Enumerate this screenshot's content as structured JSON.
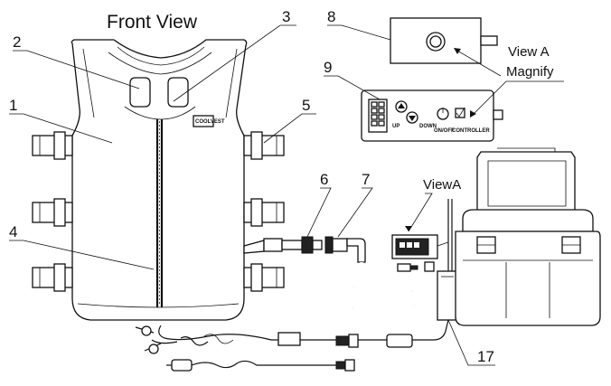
{
  "title": "Front View",
  "view_a_label": "View A",
  "magnify_label": "Magnify",
  "view_a_small": "ViewA",
  "brand_small": "COOLVEST",
  "controller_label": "CONTROLLER",
  "button_up": "UP",
  "button_down": "DOWN",
  "button_on_off": "ON/OFF",
  "callouts": [
    {
      "id": "1",
      "text": "1"
    },
    {
      "id": "2",
      "text": "2"
    },
    {
      "id": "3",
      "text": "3"
    },
    {
      "id": "4",
      "text": "4"
    },
    {
      "id": "5",
      "text": "5"
    },
    {
      "id": "6",
      "text": "6"
    },
    {
      "id": "7",
      "text": "7"
    },
    {
      "id": "8",
      "text": "8"
    },
    {
      "id": "9",
      "text": "9"
    },
    {
      "id": "17",
      "text": "17"
    }
  ]
}
